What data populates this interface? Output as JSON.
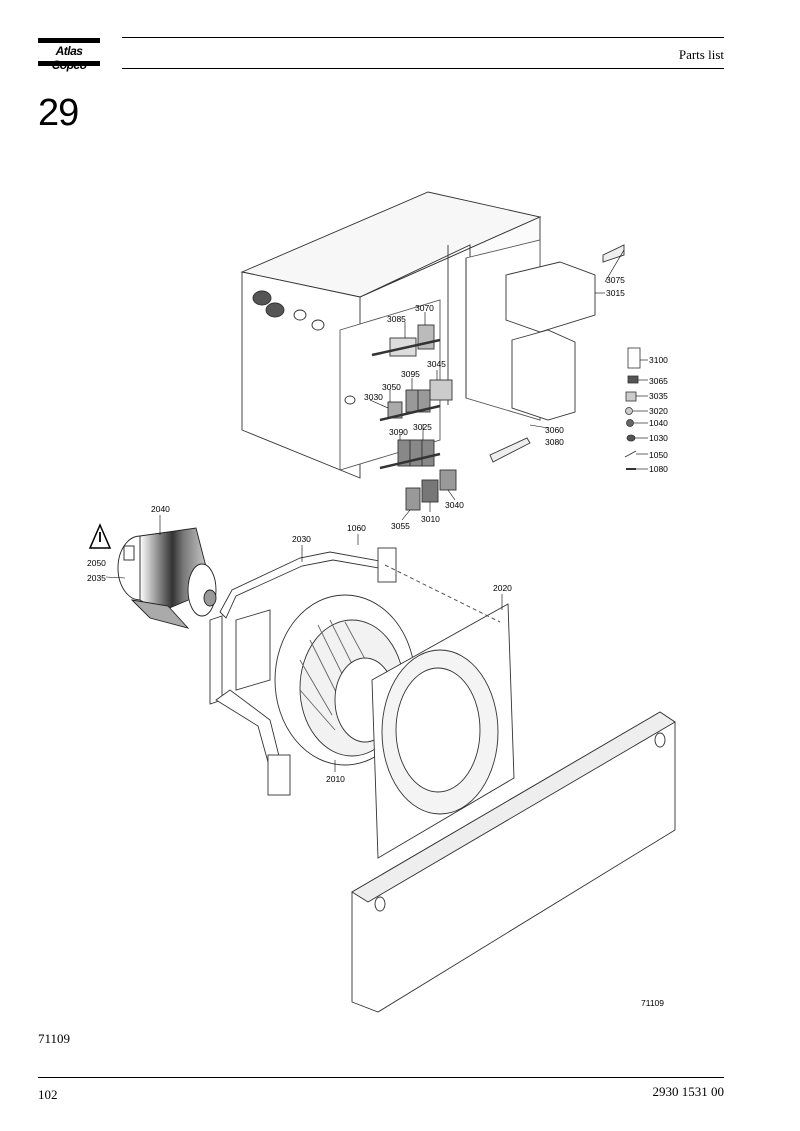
{
  "header": {
    "brand": "Atlas Copco",
    "title": "Parts list"
  },
  "section_number": "29",
  "drawing": {
    "figure_number": "71109",
    "callouts": {
      "c3075": "3075",
      "c3015": "3015",
      "c3070": "3070",
      "c3085": "3085",
      "c3045": "3045",
      "c3095": "3095",
      "c3050": "3050",
      "c3030": "3030",
      "c3025": "3025",
      "c3090": "3090",
      "c3060": "3060",
      "c3080": "3080",
      "c3100": "3100",
      "c3065": "3065",
      "c3035": "3035",
      "c3020": "3020",
      "c1040": "1040",
      "c1030": "1030",
      "c1050": "1050",
      "c1080": "1080",
      "c3040": "3040",
      "c3010": "3010",
      "c3055": "3055",
      "c2040": "2040",
      "c1060": "1060",
      "c2030": "2030",
      "c2050": "2050",
      "c2035": "2035",
      "c2020": "2020",
      "c2010": "2010"
    }
  },
  "figure_caption": "71109",
  "footer": {
    "page_number": "102",
    "document_number": "2930 1531 00"
  }
}
